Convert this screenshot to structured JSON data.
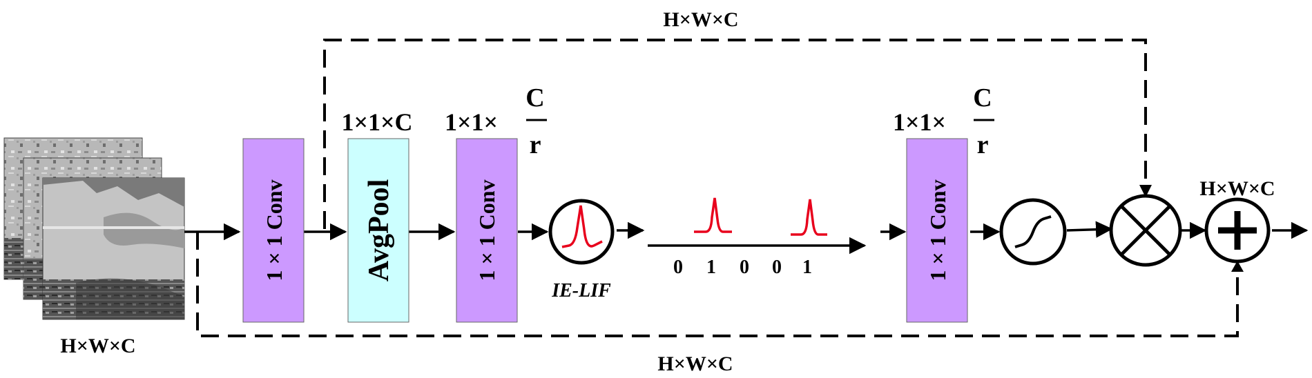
{
  "dims": {
    "input": "H×W×C",
    "top_skip": "H×W×C",
    "bottom_skip": "H×W×C",
    "after_pool": "1×1×C",
    "reduce_prefix": "1×1×",
    "reduce_num": "C",
    "reduce_den": "r",
    "expand_prefix": "1×1×",
    "expand_num": "C",
    "expand_den": "r",
    "output": "H×W×C"
  },
  "blocks": {
    "conv1": "1 × 1 Conv",
    "avgpool": "AvgPool",
    "conv2": "1 × 1 Conv",
    "conv3": "1 × 1 Conv"
  },
  "neuron_label": "IE-LIF",
  "spike_bits": [
    "0",
    "1",
    "0",
    "0",
    "1"
  ],
  "colors": {
    "conv": "#cc99ff",
    "avgpool": "#ccffff",
    "spike": "#e8001c",
    "line": "#000000"
  },
  "icons": [
    "image-stack-icon",
    "spike-neuron-icon",
    "sigmoid-icon",
    "multiply-icon",
    "add-icon"
  ]
}
